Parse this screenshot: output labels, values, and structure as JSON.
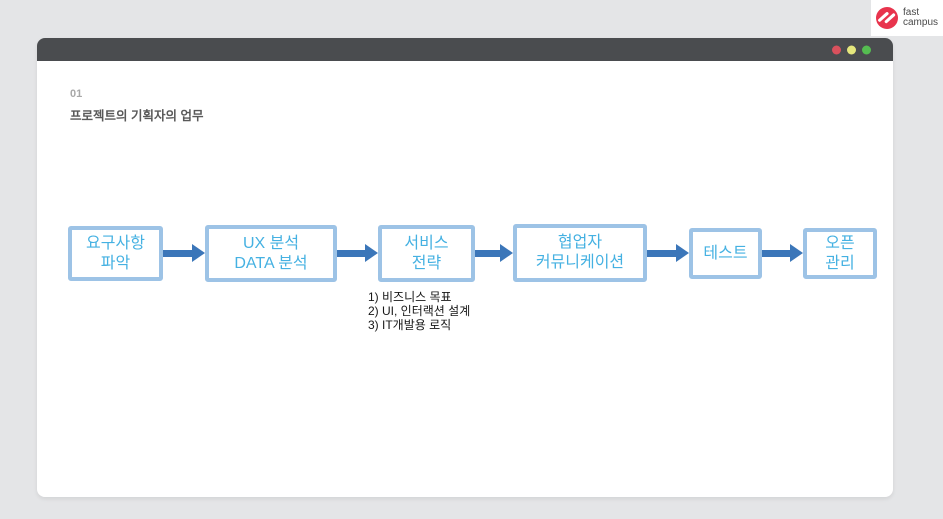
{
  "brand": {
    "name_line1": "fast",
    "name_line2": "campus"
  },
  "window": {
    "controls": [
      {
        "name": "close",
        "color": "#d9515d"
      },
      {
        "name": "minimize",
        "color": "#e5e77d"
      },
      {
        "name": "maximize",
        "color": "#55bd51"
      }
    ],
    "header": {
      "index": "01",
      "title": "프로젝트의 기획자의 업무"
    }
  },
  "flow": {
    "steps": [
      {
        "line1": "요구사항",
        "line2": "파악"
      },
      {
        "line1": "UX 분석",
        "line2": "DATA 분석"
      },
      {
        "line1": "서비스",
        "line2": "전략"
      },
      {
        "line1": "협업자",
        "line2": "커뮤니케이션"
      },
      {
        "line1": "테스트",
        "line2": ""
      },
      {
        "line1": "오픈",
        "line2": "관리"
      }
    ],
    "notes": [
      "1) 비즈니스 목표",
      "2) UI, 인터랙션 설계",
      "3) IT개발용 로직"
    ]
  },
  "colors": {
    "background": "#e4e5e7",
    "titlebar": "#4a4c4f",
    "box_border": "#9dc3e6",
    "box_text": "#45b1e2",
    "arrow": "#3b76b9",
    "brand_red": "#e8344d"
  }
}
